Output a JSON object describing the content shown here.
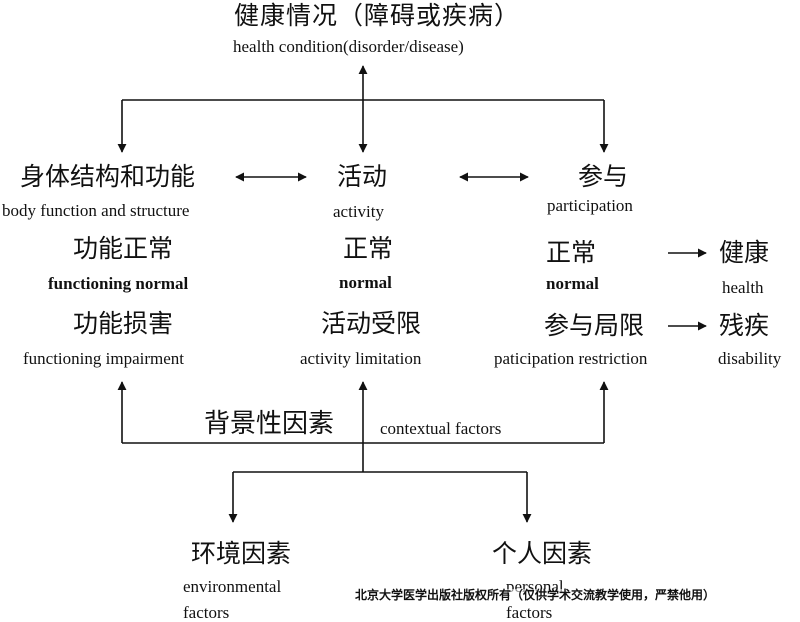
{
  "health_condition": {
    "zh": "健康情况（障碍或疾病）",
    "en": "health condition(disorder/disease)"
  },
  "body_function": {
    "zh": "身体结构和功能",
    "en": "body function and structure"
  },
  "activity": {
    "zh": "活动",
    "en": "activity"
  },
  "participation": {
    "zh": "参与",
    "en": "participation"
  },
  "functioning_normal": {
    "zh": "功能正常",
    "en": "functioning normal"
  },
  "normal_activity": {
    "zh": "正常",
    "en": "normal"
  },
  "normal_participation": {
    "zh": "正常",
    "en": "normal"
  },
  "health": {
    "zh": "健康",
    "en": "health"
  },
  "functioning_impairment": {
    "zh": "功能损害",
    "en": "functioning impairment"
  },
  "activity_limitation": {
    "zh": "活动受限",
    "en": "activity limitation"
  },
  "participation_restriction": {
    "zh": "参与局限",
    "en": "paticipation restriction"
  },
  "disability": {
    "zh": "残疾",
    "en": "disability"
  },
  "contextual_factors": {
    "zh": "背景性因素",
    "en": "contextual factors"
  },
  "environmental_factors": {
    "zh": "环境因素",
    "en_line1": "environmental",
    "en_line2": "factors"
  },
  "personal_factors": {
    "zh": "个人因素",
    "en_line1": "personal",
    "en_line2": "factors"
  },
  "watermark": "北京大学医学出版社版权所有（仅供学术交流教学使用，严禁他用）"
}
